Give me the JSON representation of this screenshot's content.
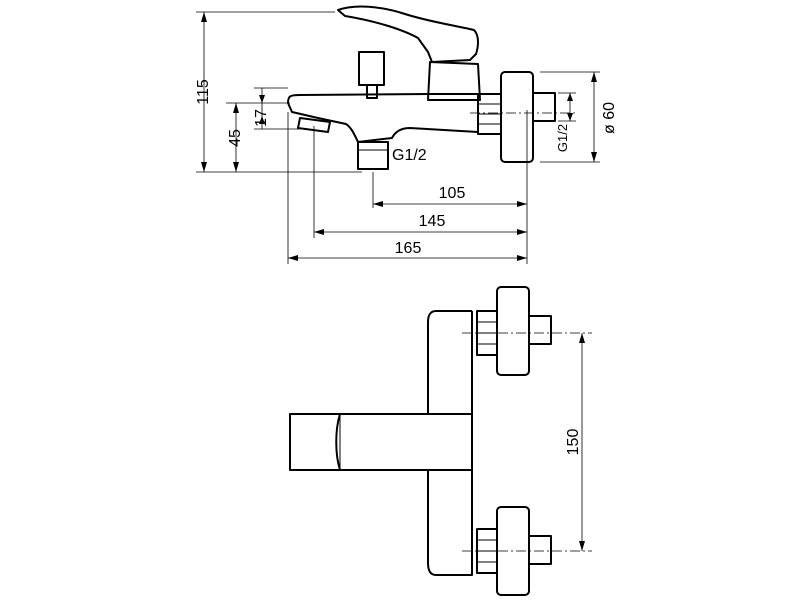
{
  "side_view": {
    "dimensions": {
      "height_total": "115",
      "height_outlet": "45",
      "height_spout": "17",
      "thread_outlet": "G1/2",
      "len_105": "105",
      "len_145": "145",
      "len_165": "165",
      "thread_inlet": "G1/2",
      "diameter_flange": "ø 60"
    }
  },
  "front_view": {
    "dimensions": {
      "centers": "150"
    }
  }
}
